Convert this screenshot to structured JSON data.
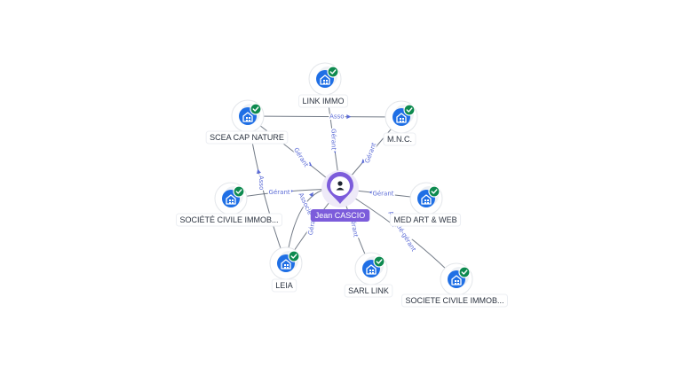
{
  "center": {
    "label": "Jean CASCIO",
    "icon": "person-icon",
    "color": "#7c5cdb"
  },
  "nodes": [
    {
      "id": "link-immo",
      "label": "LINK IMMO",
      "icon": "building-icon",
      "verified": true
    },
    {
      "id": "scea",
      "label": "SCEA CAP NATURE",
      "icon": "building-icon",
      "verified": true
    },
    {
      "id": "mnc",
      "label": "M.N.C.",
      "icon": "building-icon",
      "verified": true
    },
    {
      "id": "sci1",
      "label": "SOCIÉTÉ CIVILE IMMOB...",
      "icon": "building-icon",
      "verified": true
    },
    {
      "id": "med-art",
      "label": "MED ART & WEB",
      "icon": "building-icon",
      "verified": true
    },
    {
      "id": "leia",
      "label": "LEIA",
      "icon": "building-icon",
      "verified": true
    },
    {
      "id": "sarl-link",
      "label": "SARL LINK",
      "icon": "building-icon",
      "verified": true
    },
    {
      "id": "sci2",
      "label": "SOCIETE CIVILE IMMOB...",
      "icon": "building-icon",
      "verified": true
    }
  ],
  "edges": [
    {
      "from": "center",
      "to": "link-immo",
      "label": "Gérant"
    },
    {
      "from": "center",
      "to": "scea",
      "label": "Gérant"
    },
    {
      "from": "center",
      "to": "mnc",
      "label": "Gérant"
    },
    {
      "from": "center",
      "to": "sci1",
      "label": "Gérant"
    },
    {
      "from": "center",
      "to": "med-art",
      "label": "Gérant"
    },
    {
      "from": "center",
      "to": "leia",
      "label": "Gérant"
    },
    {
      "from": "center",
      "to": "sarl-link",
      "label": "Gérant"
    },
    {
      "from": "center",
      "to": "sci2",
      "label": "Associé-gérant"
    },
    {
      "from": "center",
      "to": "leia",
      "label": "Associé"
    },
    {
      "from": "mnc",
      "to": "scea",
      "label": "Asso"
    },
    {
      "from": "scea",
      "to": "leia",
      "label": "Asso"
    }
  ],
  "colors": {
    "node_blue": "#1f6fe5",
    "check_green": "#0d8a4f",
    "edge": "#5a6472",
    "edge_label": "#5b6bd6",
    "center": "#7c5cdb"
  }
}
